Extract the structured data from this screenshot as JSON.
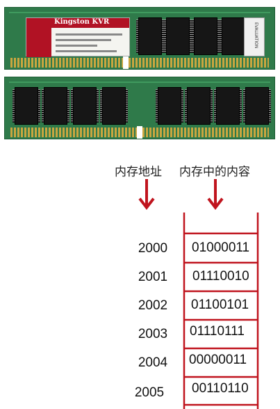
{
  "ram_top": {
    "brand": "Kingston KVR",
    "sticker": "EVALUATION"
  },
  "headers": {
    "address": "内存地址",
    "content": "内存中的内容"
  },
  "rows": [
    {
      "address": "2000",
      "value": "01000011"
    },
    {
      "address": "2001",
      "value": "01110010"
    },
    {
      "address": "2002",
      "value": "01100101"
    },
    {
      "address": "2003",
      "value": "01110111"
    },
    {
      "address": "2004",
      "value": "00000011"
    },
    {
      "address": "2005",
      "value": "00110110"
    }
  ],
  "colors": {
    "arrow": "#c0141e",
    "memory_border": "#c0141e",
    "pcb": "#2f7a4a"
  }
}
